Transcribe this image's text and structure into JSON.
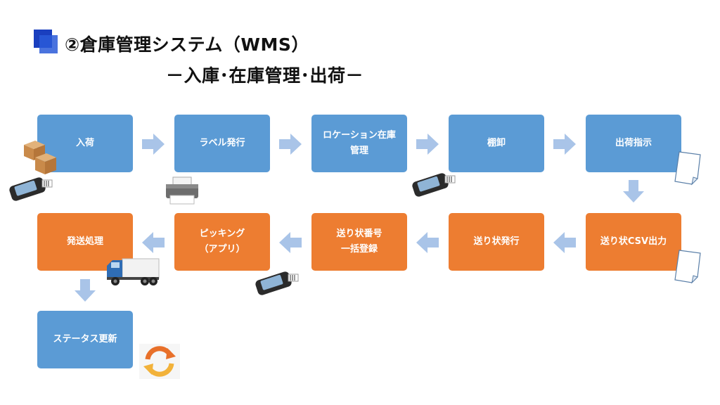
{
  "header": {
    "title": "②倉庫管理システム（WMS）",
    "subtitle": "－入庫･在庫管理･出荷－"
  },
  "row1": [
    {
      "label": "入荷"
    },
    {
      "label": "ラベル発行"
    },
    {
      "label": "ロケーション在庫\n管理"
    },
    {
      "label": "棚卸"
    },
    {
      "label": "出荷指示"
    }
  ],
  "row2": [
    {
      "label": "発送処理"
    },
    {
      "label": "ピッキング\n（アプリ）"
    },
    {
      "label": "送り状番号\n一括登録"
    },
    {
      "label": "送り状発行"
    },
    {
      "label": "送り状CSV出力"
    }
  ],
  "row3": [
    {
      "label": "ステータス更新"
    }
  ],
  "colors": {
    "blue": "#5b9bd5",
    "orange": "#ed7d31",
    "arrow": "#a9c4e8"
  },
  "icons": [
    "boxes-icon",
    "handheld-scanner-icon",
    "printer-icon",
    "document-icon",
    "truck-icon",
    "refresh-icon"
  ]
}
